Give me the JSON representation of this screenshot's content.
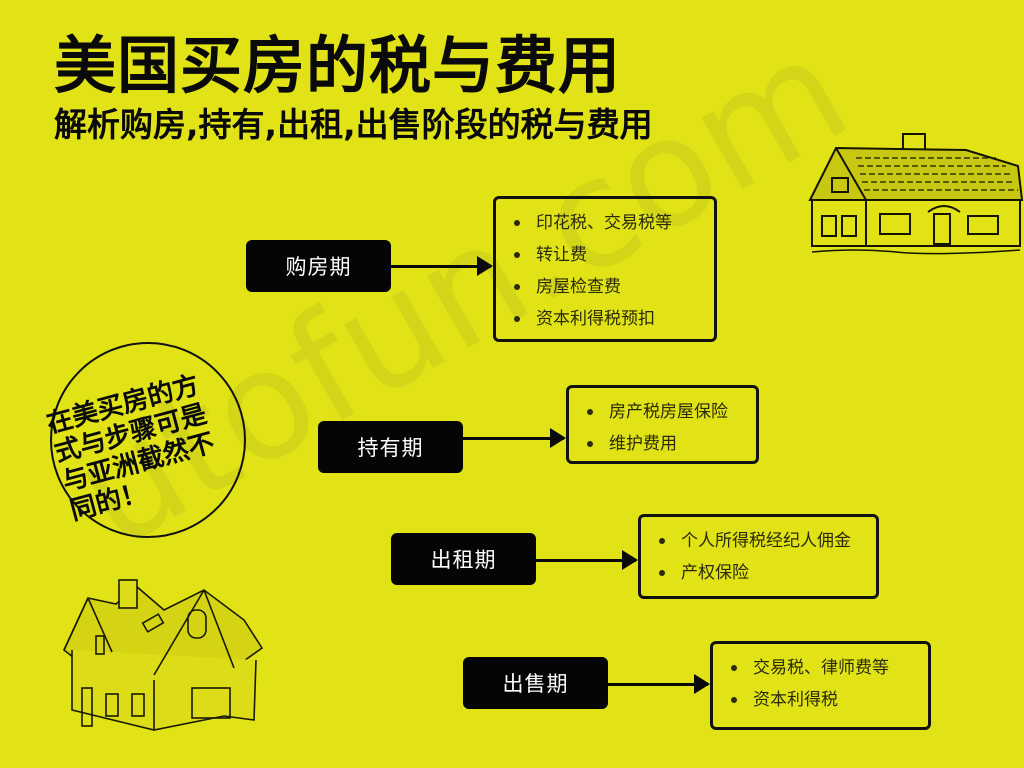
{
  "header": {
    "title": "美国买房的税与费用",
    "subtitle": "解析购房,持有,出租,出售阶段的税与费用"
  },
  "watermark": "utofun.com",
  "callout": {
    "lines": [
      "在美买房的方",
      "式与步骤可是",
      "与亚洲截然不",
      "同的！"
    ]
  },
  "colors": {
    "background": "#e1e316",
    "stage_box": "#050505",
    "stage_text": "#ffffff",
    "outline": "#111111"
  },
  "stages": [
    {
      "label": "购房期",
      "items": [
        "印花税、交易税等",
        "转让费",
        "房屋检查费",
        "资本利得税预扣"
      ]
    },
    {
      "label": "持有期",
      "items": [
        "房产税房屋保险",
        "维护费用"
      ]
    },
    {
      "label": "出租期",
      "items": [
        "个人所得税经纪人佣金",
        "产权保险"
      ]
    },
    {
      "label": "出售期",
      "items": [
        "交易税、律师费等",
        "资本利得税"
      ]
    }
  ],
  "illustrations": {
    "top_right": "house-sketch-icon",
    "bottom_left": "house-3d-outline-icon"
  }
}
